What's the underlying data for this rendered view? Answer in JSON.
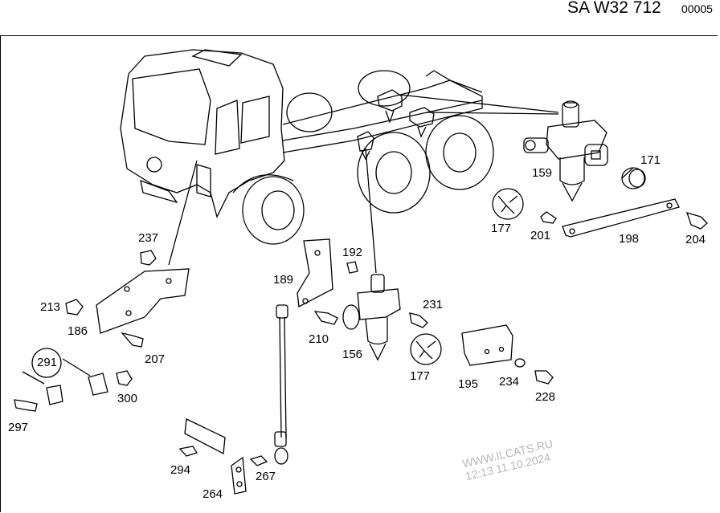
{
  "header": {
    "title": "SA W32 712",
    "code": "00005"
  },
  "parts": [
    "297",
    "291",
    "186",
    "213",
    "237",
    "207",
    "300",
    "294",
    "264",
    "267",
    "189",
    "192",
    "210",
    "156",
    "231",
    "177",
    "195",
    "234",
    "228",
    "159",
    "171",
    "201",
    "198",
    "204"
  ],
  "extra_labels": [
    "177"
  ],
  "watermark": {
    "line1": "WWW.ILCATS.RU",
    "line2": "12:13 11.10.2024"
  },
  "colors": {
    "line": "#000000",
    "watermark": "#b8b8b8"
  }
}
